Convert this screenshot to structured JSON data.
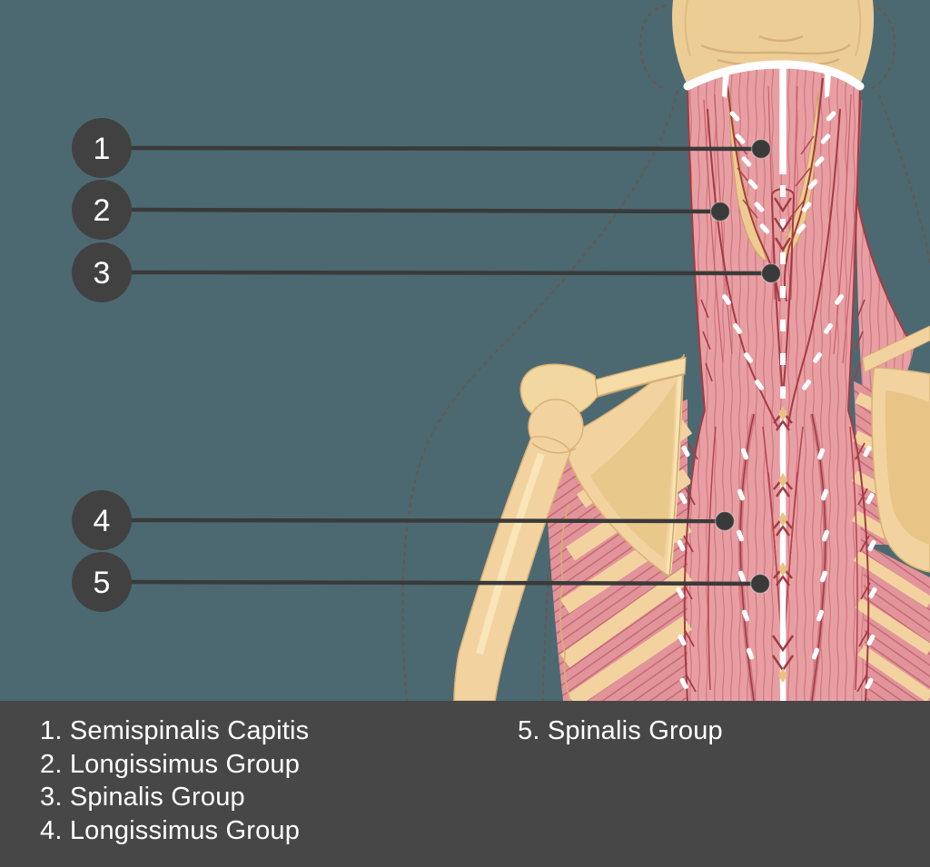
{
  "colors": {
    "background": "#4c6971",
    "legend_panel": "#474747",
    "marker_circle": "#414141",
    "leader_line": "#3a3a3a",
    "text": "#ffffff",
    "muscle": "#e89fa4",
    "muscle_fiber": "#c86f77",
    "muscle_outline": "#a43b44",
    "bone": "#f2d3a0",
    "tendon_white": "#ffffff"
  },
  "callouts": {
    "c1": {
      "number": "1",
      "label": "Semispinalis Capitis"
    },
    "c2": {
      "number": "2",
      "label": "Longissimus Group"
    },
    "c3": {
      "number": "3",
      "label": "Spinalis Group"
    },
    "c4": {
      "number": "4",
      "label": "Longissimus Group"
    },
    "c5": {
      "number": "5",
      "label": "Spinalis Group"
    }
  },
  "legend": {
    "item1": "1. Semispinalis Capitis",
    "item2": "2. Longissimus Group",
    "item3": "3. Spinalis Group",
    "item4": "4. Longissimus Group",
    "item5": "5. Spinalis Group"
  }
}
